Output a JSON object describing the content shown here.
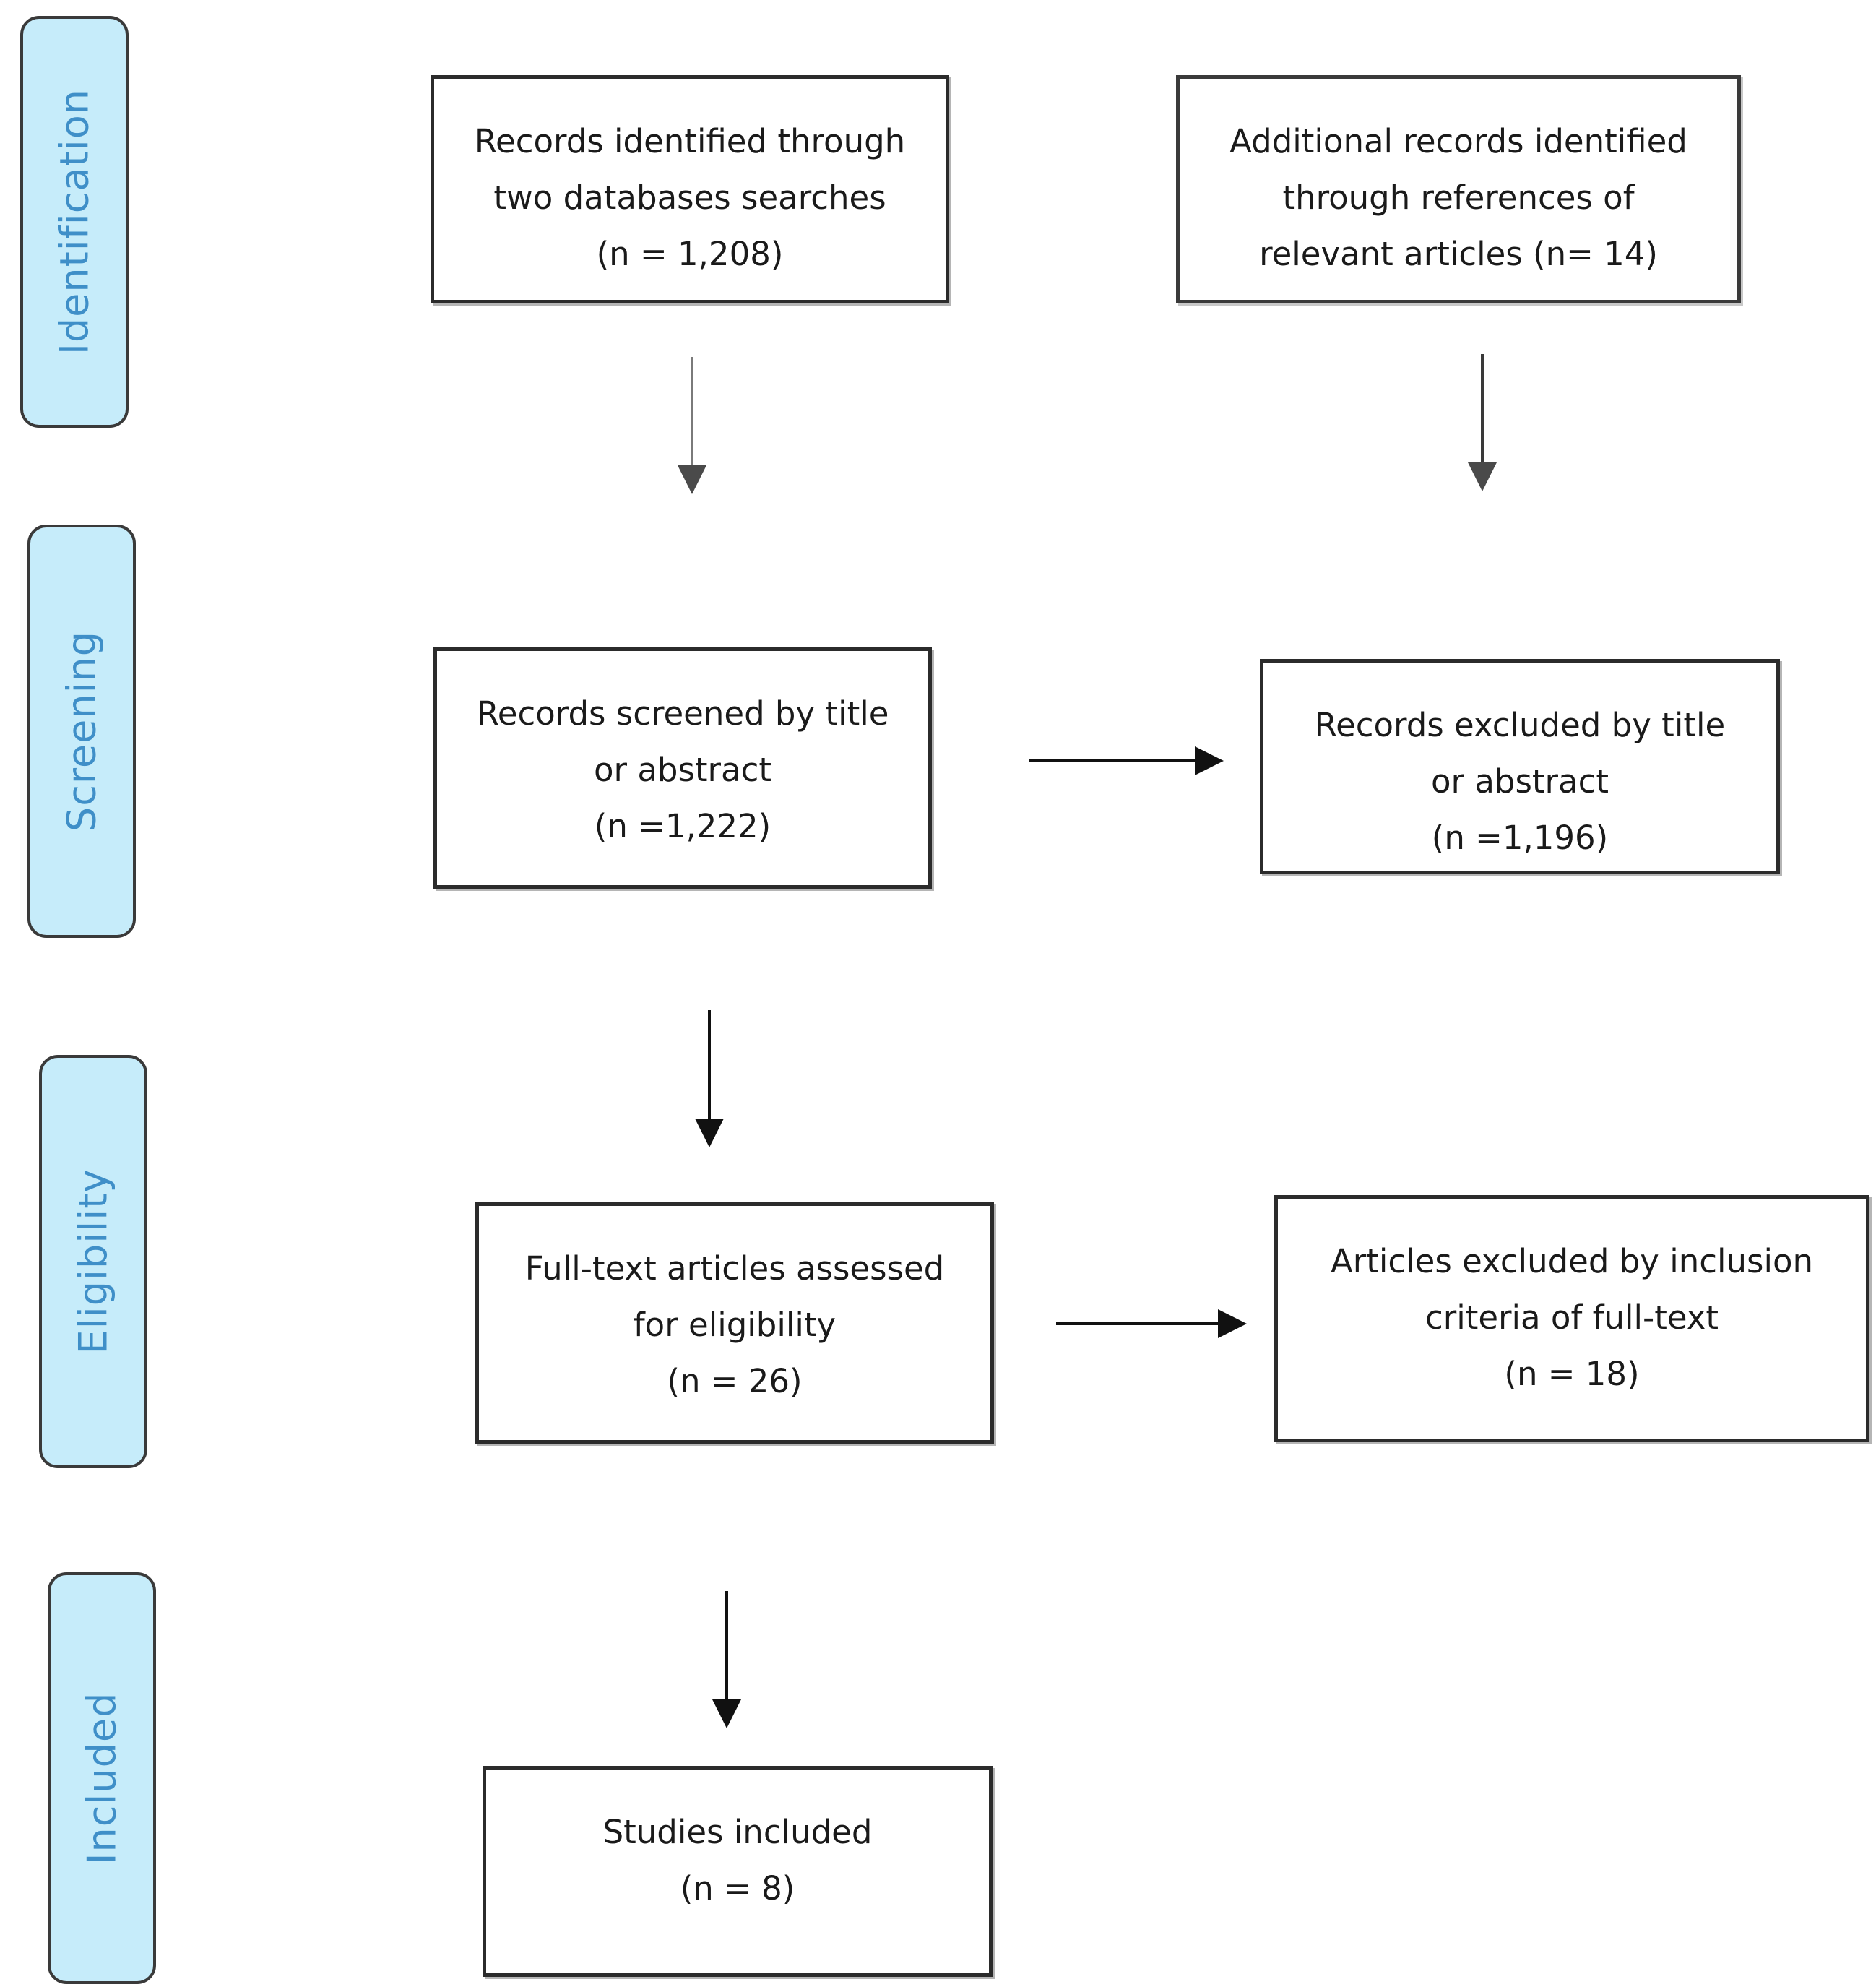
{
  "stages": [
    {
      "id": "identification",
      "label": "Identification"
    },
    {
      "id": "screening",
      "label": "Screening"
    },
    {
      "id": "eligibility",
      "label": "Eligibility"
    },
    {
      "id": "included",
      "label": "Included"
    }
  ],
  "boxes": {
    "database_records": {
      "line1": "Records identified through",
      "line2": "two databases searches",
      "line3": "(n = 1,208)"
    },
    "additional_records": {
      "line1": "Additional records identified",
      "line2": "through references of",
      "line3": "relevant articles (n= 14)"
    },
    "screened": {
      "line1": "Records screened by title",
      "line2": "or abstract",
      "line3": "(n =1,222)"
    },
    "excluded_screening": {
      "line1": "Records excluded by title",
      "line2": "or abstract",
      "line3": "(n =1,196)"
    },
    "fulltext_assessed": {
      "line1": "Full-text articles assessed",
      "line2": "for eligibility",
      "line3": "(n = 26)"
    },
    "excluded_fulltext": {
      "line1": "Articles excluded by inclusion",
      "line2": "criteria of full-text",
      "line3": "(n = 18)"
    },
    "included": {
      "line1": "Studies included",
      "line2": "(n = 8)"
    }
  },
  "colors": {
    "stage_fill": "#c6ecfa",
    "stage_text": "#3f8fc8",
    "box_border": "#2b2b2b",
    "arrow_gray": "#7a7a7a",
    "arrow_dark": "#111111"
  }
}
